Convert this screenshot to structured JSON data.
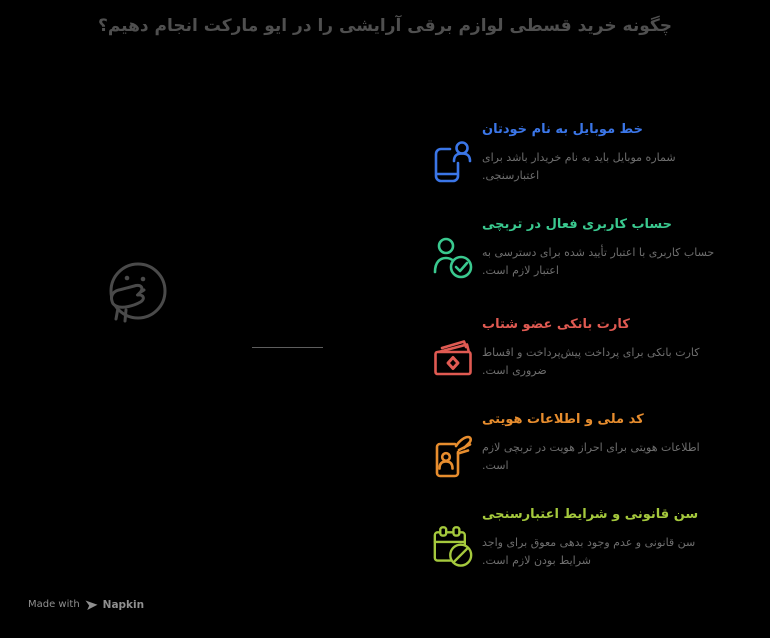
{
  "title": "چگونه خرید قسطی لوازم برقی آرایشی را در ایو مارکت انجام دهیم؟",
  "items": [
    {
      "heading": "خط موبایل به نام خودتان",
      "description": "شماره موبایل باید به نام خریدار باشد برای اعتبارسنجی.",
      "color": "#3B76E8",
      "icon": "phone-user-icon"
    },
    {
      "heading": "حساب کاربری فعال در تربچی",
      "description": "حساب کاربری با اعتبار تأیید شده برای دسترسی به اعتبار لازم است.",
      "color": "#3AC98F",
      "icon": "user-check-icon"
    },
    {
      "heading": "کارت بانکی عضو شتاب",
      "description": "کارت بانکی برای پرداخت پیش‌پرداخت و اقساط ضروری است.",
      "color": "#E05A52",
      "icon": "bank-cards-icon"
    },
    {
      "heading": "کد ملی و اطلاعات هویتی",
      "description": "اطلاعات هویتی برای احراز هویت در تربچی لازم است.",
      "color": "#E78D2E",
      "icon": "id-card-hand-icon"
    },
    {
      "heading": "سن قانونی و شرایط اعتبارسنجی",
      "description": "سن قانونی و عدم وجود بدهی معوق برای واجد شرایط بودن لازم است.",
      "color": "#A5C93D",
      "icon": "calendar-ban-icon"
    }
  ],
  "footer": {
    "made_with": "Made with",
    "brand": "Napkin"
  },
  "colors": {
    "background": "#000000",
    "title": "#4F4F4F",
    "description": "#6E6E6E",
    "sketch": "#4A4A4A",
    "connector": "#5E5E5E",
    "footer": "#8F8F8F"
  }
}
